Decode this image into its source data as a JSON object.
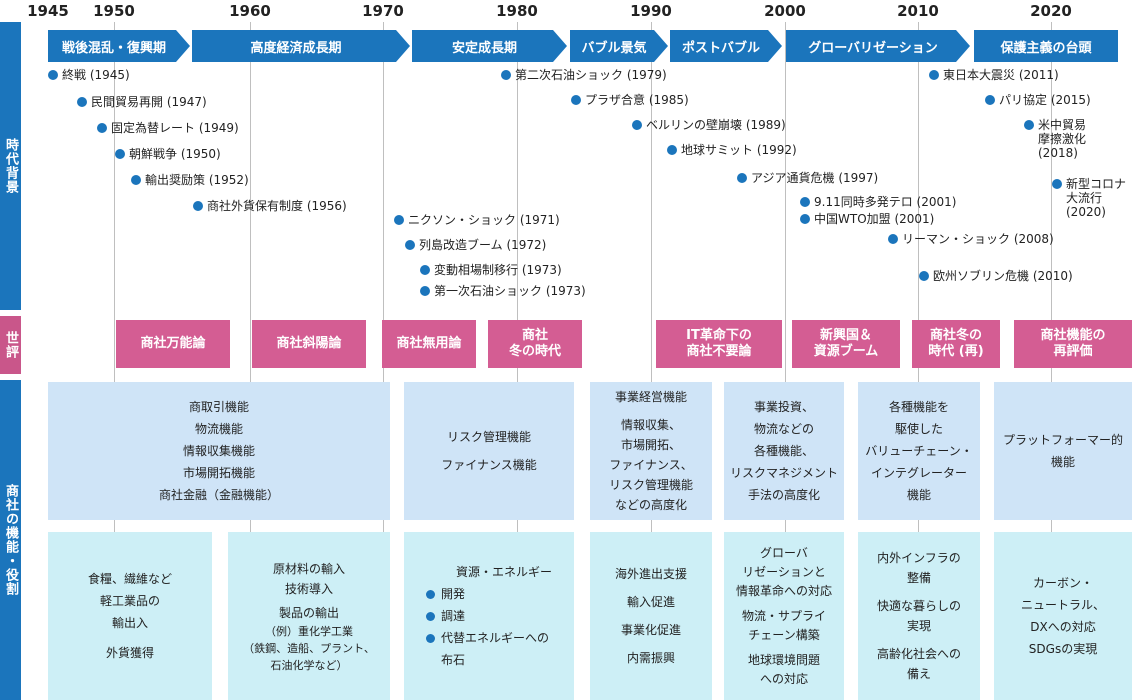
{
  "years": [
    "1945",
    "1950",
    "1960",
    "1970",
    "1980",
    "1990",
    "2000",
    "2010",
    "2020"
  ],
  "sidebar": {
    "background": "時代背景",
    "opinion": "世評",
    "functions": "商社の機能・役割"
  },
  "eras": [
    "戦後混乱・復興期",
    "高度経済成長期",
    "安定成長期",
    "バブル景気",
    "ポストバブル",
    "グローバリゼーション",
    "保護主義の台頭"
  ],
  "events": [
    "終戦 (1945)",
    "民間貿易再開 (1947)",
    "固定為替レート (1949)",
    "朝鮮戦争 (1950)",
    "輸出奨励策 (1952)",
    "商社外貨保有制度 (1956)",
    "ニクソン・ショック (1971)",
    "列島改造ブーム (1972)",
    "変動相場制移行 (1973)",
    "第一次石油ショック (1973)",
    "第二次石油ショック (1979)",
    "プラザ合意 (1985)",
    "ベルリンの壁崩壊 (1989)",
    "地球サミット (1992)",
    "アジア通貨危機 (1997)",
    "9.11同時多発テロ (2001)",
    "中国WTO加盟 (2001)",
    "リーマン・ショック (2008)",
    "欧州ソブリン危機 (2010)",
    "東日本大震災 (2011)",
    "パリ協定 (2015)",
    "米中貿易\n摩擦激化\n(2018)",
    "新型コロナ\n大流行\n(2020)"
  ],
  "opinions": [
    "商社万能論",
    "商社斜陽論",
    "商社無用論",
    "商社\n冬の時代",
    "IT革命下の\n商社不要論",
    "新興国＆\n資源ブーム",
    "商社冬の\n時代 (再)",
    "商社機能の\n再評価"
  ],
  "functions": [
    [
      "商取引機能",
      "物流機能",
      "情報収集機能",
      "市場開拓機能",
      "商社金融（金融機能）"
    ],
    [
      "リスク管理機能",
      "ファイナンス機能"
    ],
    [
      "事業経営機能",
      "情報収集、",
      "市場開拓、",
      "ファイナンス、",
      "リスク管理機能",
      "などの高度化"
    ],
    [
      "事業投資、",
      "物流などの",
      "各種機能、",
      "リスクマネジメント",
      "手法の高度化"
    ],
    [
      "各種機能を",
      "駆使した",
      "バリューチェーン・",
      "インテグレーター",
      "機能"
    ],
    [
      "プラットフォーマー的",
      "機能"
    ]
  ],
  "roles": {
    "r1": [
      "食糧、繊維など",
      "軽工業品の",
      "輸出入",
      "外貨獲得"
    ],
    "r2": {
      "main": [
        "原材料の輸入",
        "技術導入",
        "製品の輸出"
      ],
      "sub": [
        "（例）重化学工業",
        "（鉄鋼、造船、プラント、",
        "石油化学など）"
      ]
    },
    "r3": {
      "title": "資源・エネルギー",
      "items": [
        "開発",
        "調達",
        "代替エネルギーへの",
        "布石"
      ]
    },
    "r4": [
      "海外進出支援",
      "輸入促進",
      "事業化促進",
      "内需振興"
    ],
    "r5": [
      "グローバ",
      "リゼーションと",
      "情報革命への対応",
      "物流・サプライ",
      "チェーン構築",
      "地球環境問題",
      "への対応"
    ],
    "r6": [
      "内外インフラの",
      "整備",
      "快適な暮らしの",
      "実現",
      "高齢化社会への",
      "備え"
    ],
    "r7": [
      "カーボン・",
      "ニュートラル、",
      "DXへの対応",
      "SDGsの実現"
    ]
  },
  "colors": {
    "accent_blue": "#1b75bc",
    "opinion_pink": "#d45d93",
    "sidebar_pink": "#c9568a",
    "function_bg": "#cfe4f7",
    "role_bg": "#cdeff6"
  }
}
